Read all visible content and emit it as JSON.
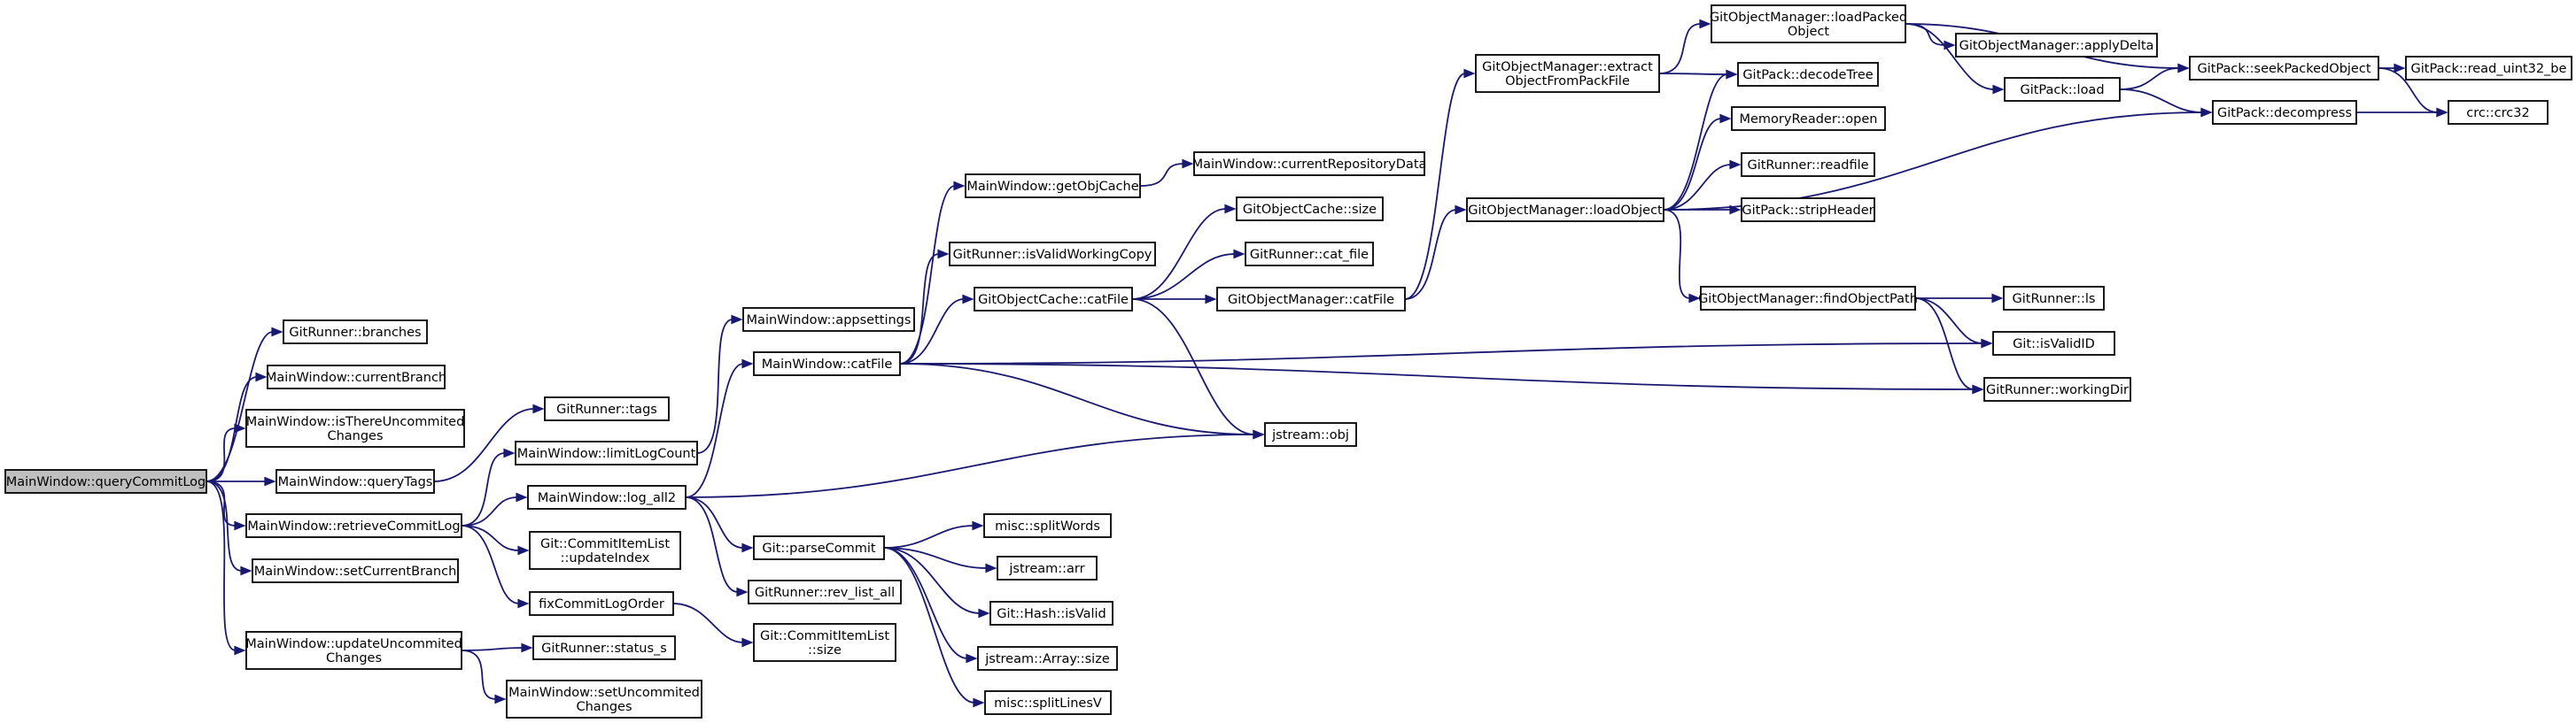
{
  "diagram": {
    "edge_color": "#191970",
    "root_fill": "#bfbfbf",
    "node_fill": "#ffffff",
    "nodes": {
      "queryCommitLog": [
        "MainWindow::queryCommitLog"
      ],
      "branches": [
        "GitRunner::branches"
      ],
      "currentBranch": [
        "MainWindow::currentBranch"
      ],
      "isThereUncommited": [
        "MainWindow::isThereUncommited",
        "Changes"
      ],
      "queryTags": [
        "MainWindow::queryTags"
      ],
      "retrieveCommitLog": [
        "MainWindow::retrieveCommitLog"
      ],
      "setCurrentBranch": [
        "MainWindow::setCurrentBranch"
      ],
      "updateUncommited": [
        "MainWindow::updateUncommited",
        "Changes"
      ],
      "tags": [
        "GitRunner::tags"
      ],
      "limitLogCount": [
        "MainWindow::limitLogCount"
      ],
      "log_all2": [
        "MainWindow::log_all2"
      ],
      "updateIndex": [
        "Git::CommitItemList",
        "::updateIndex"
      ],
      "fixCommitLogOrder": [
        "fixCommitLogOrder"
      ],
      "status_s": [
        "GitRunner::status_s"
      ],
      "setUncommited": [
        "MainWindow::setUncommited",
        "Changes"
      ],
      "appsettings": [
        "MainWindow::appsettings"
      ],
      "mwCatFile": [
        "MainWindow::catFile"
      ],
      "parseCommit": [
        "Git::parseCommit"
      ],
      "rev_list_all": [
        "GitRunner::rev_list_all"
      ],
      "cilSize": [
        "Git::CommitItemList",
        "::size"
      ],
      "getObjCache": [
        "MainWindow::getObjCache"
      ],
      "isValidWorkingCopy": [
        "GitRunner::isValidWorkingCopy"
      ],
      "gocCatFile": [
        "GitObjectCache::catFile"
      ],
      "currentRepositoryData": [
        "MainWindow::currentRepositoryData"
      ],
      "gocSize": [
        "GitObjectCache::size"
      ],
      "grCatFile": [
        "GitRunner::cat_file"
      ],
      "gomCatFile": [
        "GitObjectManager::catFile"
      ],
      "jsObj": [
        "jstream::obj"
      ],
      "splitWords": [
        "misc::splitWords"
      ],
      "jsArr": [
        "jstream::arr"
      ],
      "hashIsValid": [
        "Git::Hash::isValid"
      ],
      "arraySize": [
        "jstream::Array::size"
      ],
      "splitLinesV": [
        "misc::splitLinesV"
      ],
      "extractObject": [
        "GitObjectManager::extract",
        "ObjectFromPackFile"
      ],
      "loadObject": [
        "GitObjectManager::loadObject"
      ],
      "findObjectPath": [
        "GitObjectManager::findObjectPath"
      ],
      "loadPackedObject": [
        "GitObjectManager::loadPacked",
        "Object"
      ],
      "decodeTree": [
        "GitPack::decodeTree"
      ],
      "memOpen": [
        "MemoryReader::open"
      ],
      "readfile": [
        "GitRunner::readfile"
      ],
      "stripHeader": [
        "GitPack::stripHeader"
      ],
      "ls": [
        "GitRunner::ls"
      ],
      "isValidID": [
        "Git::isValidID"
      ],
      "workingDir": [
        "GitRunner::workingDir"
      ],
      "applyDelta": [
        "GitObjectManager::applyDelta"
      ],
      "packLoad": [
        "GitPack::load"
      ],
      "seekPacked": [
        "GitPack::seekPackedObject"
      ],
      "decompress": [
        "GitPack::decompress"
      ],
      "readUint32": [
        "GitPack::read_uint32_be"
      ],
      "crc32": [
        "crc::crc32"
      ]
    }
  }
}
